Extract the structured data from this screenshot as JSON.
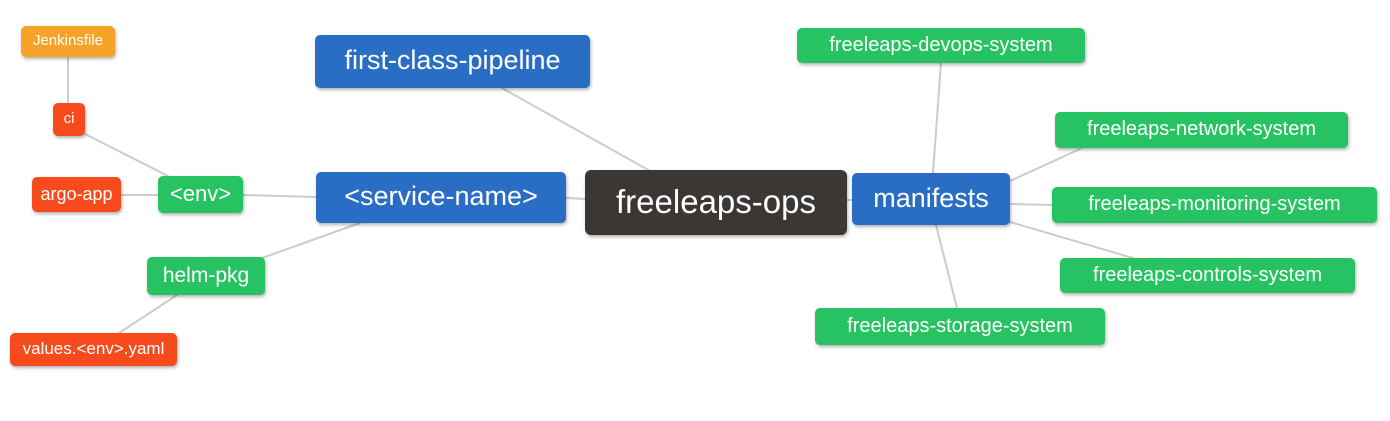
{
  "diagram": {
    "type": "mindmap",
    "root": "freeleaps-ops",
    "nodes": [
      {
        "id": "jenkinsfile",
        "label": "Jenkinsfile",
        "color_role": "orange"
      },
      {
        "id": "ci",
        "label": "ci",
        "color_role": "red"
      },
      {
        "id": "argo-app",
        "label": "argo-app",
        "color_role": "red"
      },
      {
        "id": "env",
        "label": "<env>",
        "color_role": "green"
      },
      {
        "id": "helm-pkg",
        "label": "helm-pkg",
        "color_role": "green"
      },
      {
        "id": "values-env-yaml",
        "label": "values.<env>.yaml",
        "color_role": "red"
      },
      {
        "id": "first-class-pipeline",
        "label": "first-class-pipeline",
        "color_role": "blue"
      },
      {
        "id": "service-name",
        "label": "<service-name>",
        "color_role": "blue"
      },
      {
        "id": "freeleaps-ops",
        "label": "freeleaps-ops",
        "color_role": "dark"
      },
      {
        "id": "manifests",
        "label": "manifests",
        "color_role": "blue"
      },
      {
        "id": "freeleaps-devops-system",
        "label": "freeleaps-devops-system",
        "color_role": "green"
      },
      {
        "id": "freeleaps-network-system",
        "label": "freeleaps-network-system",
        "color_role": "green"
      },
      {
        "id": "freeleaps-monitoring-system",
        "label": "freeleaps-monitoring-system",
        "color_role": "green"
      },
      {
        "id": "freeleaps-controls-system",
        "label": "freeleaps-controls-system",
        "color_role": "green"
      },
      {
        "id": "freeleaps-storage-system",
        "label": "freeleaps-storage-system",
        "color_role": "green"
      }
    ],
    "edges": [
      [
        "jenkinsfile",
        "ci"
      ],
      [
        "ci",
        "env"
      ],
      [
        "argo-app",
        "env"
      ],
      [
        "env",
        "service-name"
      ],
      [
        "helm-pkg",
        "service-name"
      ],
      [
        "values-env-yaml",
        "helm-pkg"
      ],
      [
        "first-class-pipeline",
        "freeleaps-ops"
      ],
      [
        "service-name",
        "freeleaps-ops"
      ],
      [
        "freeleaps-ops",
        "manifests"
      ],
      [
        "manifests",
        "freeleaps-devops-system"
      ],
      [
        "manifests",
        "freeleaps-network-system"
      ],
      [
        "manifests",
        "freeleaps-monitoring-system"
      ],
      [
        "manifests",
        "freeleaps-controls-system"
      ],
      [
        "manifests",
        "freeleaps-storage-system"
      ]
    ],
    "palette": {
      "blue": "#2a6dc4",
      "green": "#27c362",
      "orange": "#f7a328",
      "red": "#f84b1d",
      "dark": "#3b3735",
      "edge_line": "#cccccc",
      "background": "#ffffff",
      "node_text": "#ffffff"
    }
  }
}
